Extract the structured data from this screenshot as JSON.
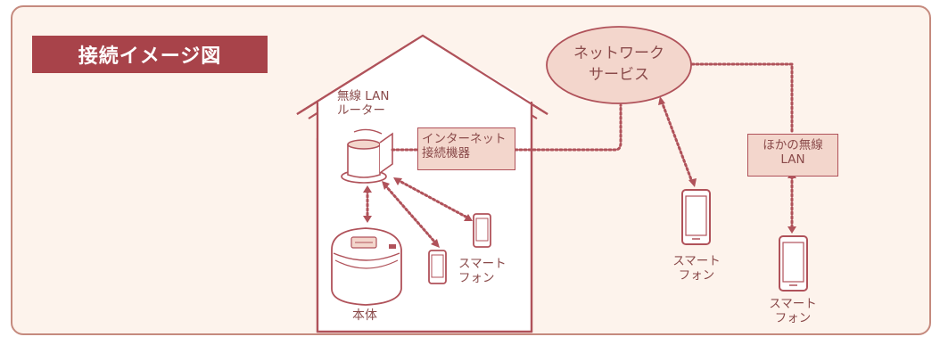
{
  "title": "接続イメージ図",
  "labels": {
    "router": "無線 LAN\nルーター",
    "internet_device": "インターネット\n接続機器",
    "network_service": "ネットワーク\nサービス",
    "other_wireless_lan": "ほかの無線\nLAN",
    "main_unit": "本体",
    "smartphone_home": "スマート\nフォン",
    "smartphone_service": "スマート\nフォン",
    "smartphone_other": "スマート\nフォン"
  },
  "colors": {
    "frame_border": "#c58a7e",
    "frame_fill": "#fdf3ec",
    "title_fill": "#a8434a",
    "line": "#b0525a",
    "label_box_fill": "#f3d6cc",
    "text": "#8a4a4a"
  },
  "icons": [
    "house-icon",
    "router-icon",
    "rice-cooker-icon",
    "smartphone-icon",
    "cloud-ellipse-icon"
  ]
}
